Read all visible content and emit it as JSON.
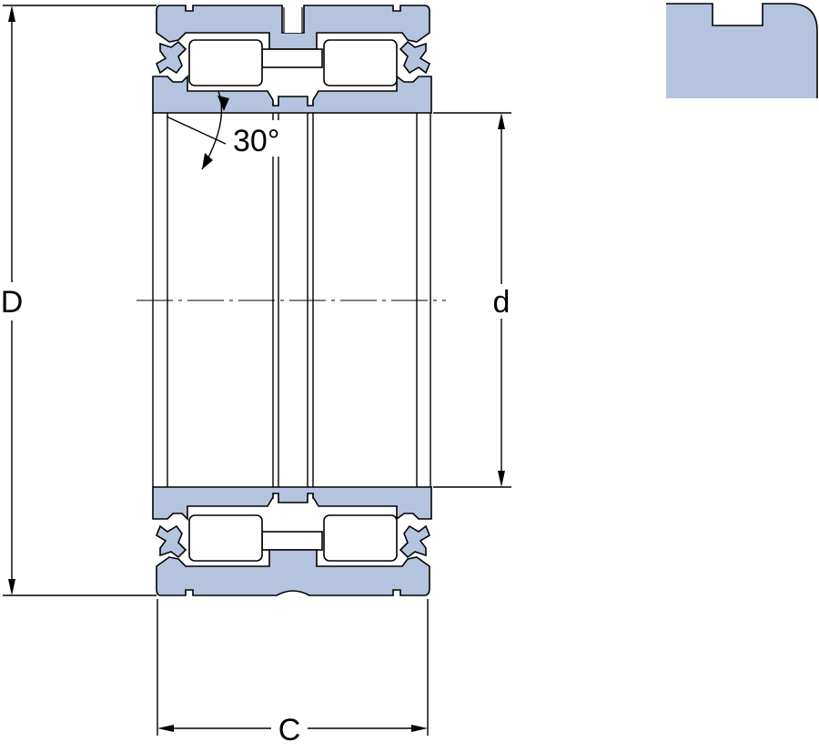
{
  "drawing": {
    "label_D": "D",
    "label_d": "d",
    "label_C": "C",
    "label_angle": "30°"
  },
  "colors": {
    "section_fill": "#b4c4df",
    "line": "#000000",
    "background": "#ffffff"
  }
}
